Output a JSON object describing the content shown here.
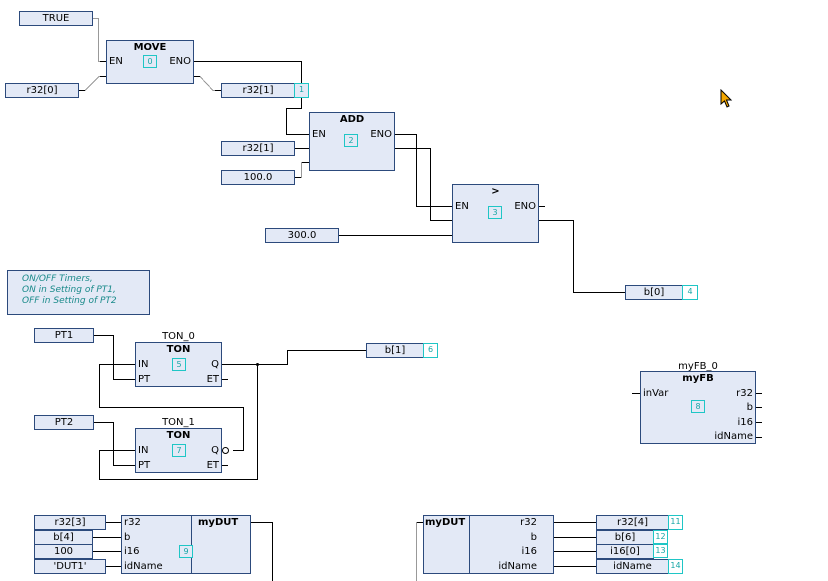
{
  "variables": {
    "true_const": "TRUE",
    "r32_0": "r32[0]",
    "r32_1_out": "r32[1]",
    "r32_1_in": "r32[1]",
    "c100": "100.0",
    "c300": "300.0",
    "b0": "b[0]",
    "pt1": "PT1",
    "pt2": "PT2",
    "b1": "b[1]",
    "r32_3": "r32[3]",
    "b4": "b[4]",
    "c100i": "100",
    "dut1": "'DUT1'",
    "r32_4": "r32[4]",
    "b6": "b[6]",
    "i16_0": "i16[0]",
    "idname_out": "idName"
  },
  "blocks": {
    "move": {
      "title": "MOVE",
      "order": "0",
      "in": [
        "EN"
      ],
      "out": [
        "ENO"
      ]
    },
    "add": {
      "title": "ADD",
      "order": "2",
      "in": [
        "EN"
      ],
      "out": [
        "ENO"
      ]
    },
    "gt": {
      "title": ">",
      "order": "3",
      "in": [
        "EN"
      ],
      "out": [
        "ENO"
      ]
    },
    "ton0": {
      "instance": "TON_0",
      "title": "TON",
      "order": "5",
      "in": [
        "IN",
        "PT"
      ],
      "out": [
        "Q",
        "ET"
      ]
    },
    "ton1": {
      "instance": "TON_1",
      "title": "TON",
      "order": "7",
      "in": [
        "IN",
        "PT"
      ],
      "out": [
        "Q",
        "ET"
      ]
    },
    "myfb": {
      "instance": "myFB_0",
      "title": "myFB",
      "order": "8",
      "in": [
        "inVar"
      ],
      "out": [
        "r32",
        "b",
        "i16",
        "idName"
      ]
    },
    "dut_in": {
      "title": "myDUT",
      "order": "9",
      "in": [
        "r32",
        "b",
        "i16",
        "idName"
      ]
    },
    "dut_out": {
      "title": "myDUT",
      "out": [
        "r32",
        "b",
        "i16",
        "idName"
      ]
    }
  },
  "order_numbers": {
    "r32_1_out": "1",
    "b0": "4",
    "b1": "6",
    "r32_4": "11",
    "b6": "12",
    "i16_0": "13",
    "idname_out": "14"
  },
  "comment": {
    "lines": [
      "ON/OFF Timers,",
      "ON in Setting of PT1,",
      "OFF in Setting of PT2"
    ]
  },
  "colors": {
    "block_fill": "#e3e9f6",
    "block_border": "#2c4a7c",
    "order_number": "#1fc6c6",
    "comment_text": "#1a8a8a",
    "cursor": "#f5a800"
  }
}
